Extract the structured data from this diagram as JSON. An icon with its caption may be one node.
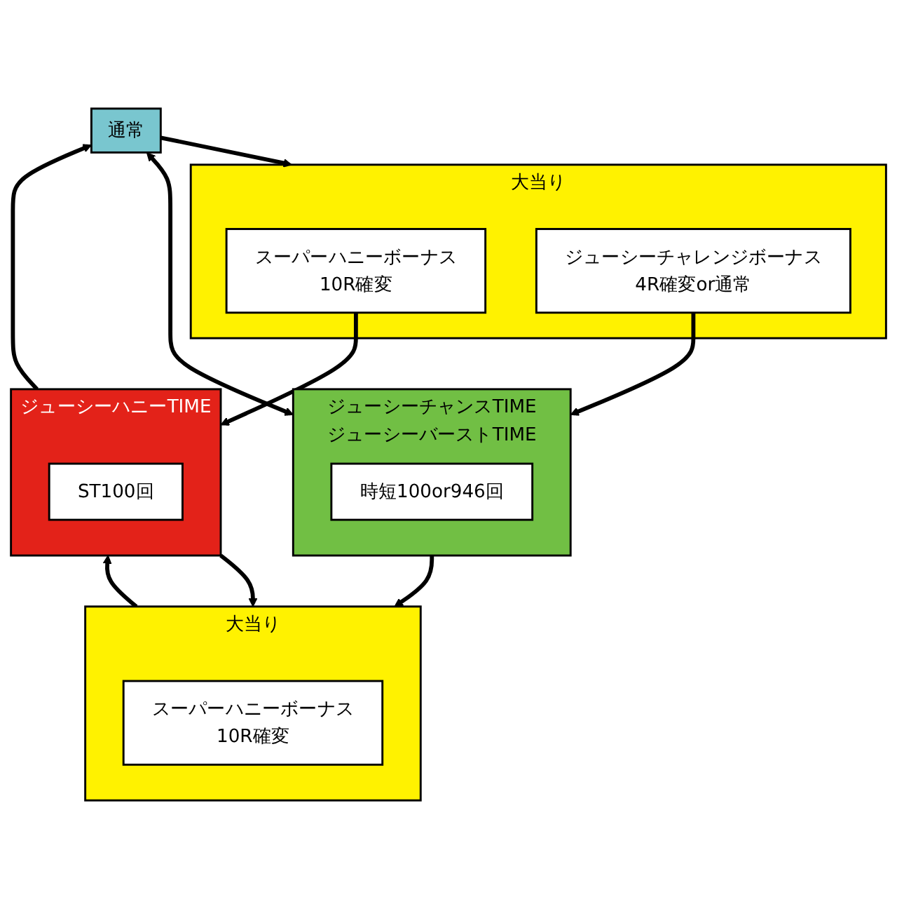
{
  "diagram": {
    "nodes": [
      {
        "text": [
          "通常"
        ]
      },
      {
        "text": [
          "大当り"
        ]
      },
      {
        "text": [
          "スーパーハニーボーナス",
          "10R確変"
        ],
        "in": 1
      },
      {
        "text": [
          "ジューシーチャレンジボーナス",
          "4R確変or通常"
        ],
        "in": 1
      },
      {
        "text": [
          "ジューシーハニーTIME"
        ]
      },
      {
        "text": [
          "ST100回"
        ],
        "in": 4
      },
      {
        "text": [
          "ジューシーチャンスTIME",
          "ジューシーバーストTIME"
        ]
      },
      {
        "text": [
          "時短100or946回"
        ],
        "in": 6
      },
      {
        "text": [
          "大当り"
        ]
      },
      {
        "text": [
          "スーパーハニーボーナス",
          "10R確変"
        ],
        "in": 8
      }
    ],
    "edges": [
      {
        "from": 0,
        "to": 1,
        "arrow": "to"
      },
      {
        "from": 2,
        "to": 4,
        "arrow": "to"
      },
      {
        "from": 3,
        "to": 6,
        "arrow": "to"
      },
      {
        "from": 4,
        "to": 0,
        "arrow": "to"
      },
      {
        "from": 6,
        "to": 0,
        "arrow": "both"
      },
      {
        "from": 4,
        "to": 8,
        "arrow": "to"
      },
      {
        "from": 8,
        "to": 4,
        "arrow": "to"
      },
      {
        "from": 6,
        "to": 8,
        "arrow": "to"
      }
    ]
  }
}
